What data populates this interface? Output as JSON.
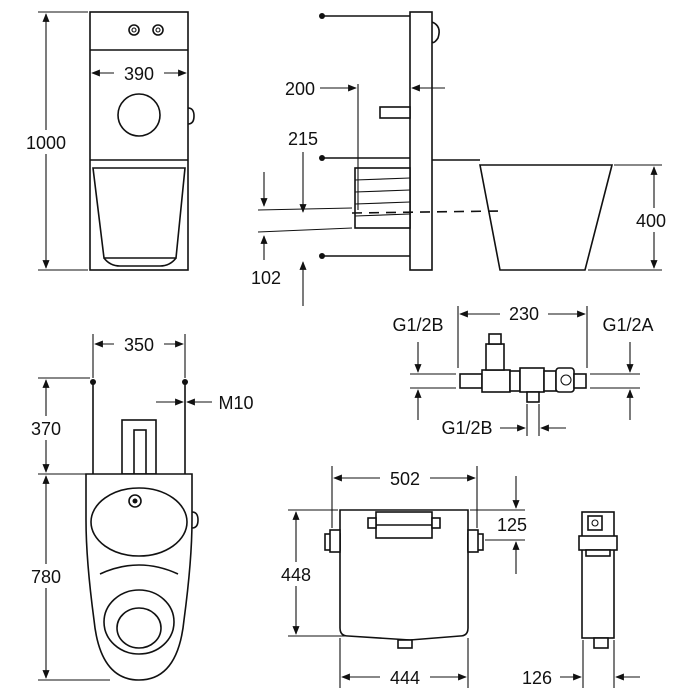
{
  "dimensions": {
    "front_width": "390",
    "front_height": "1000",
    "side_200": "200",
    "side_215": "215",
    "side_102": "102",
    "side_400": "400",
    "valve_230": "230",
    "valve_g12b_top": "G1/2B",
    "valve_g12a": "G1/2A",
    "valve_g12b_bottom": "G1/2B",
    "top_350": "350",
    "top_m10": "M10",
    "top_370": "370",
    "top_780": "780",
    "frame_502": "502",
    "frame_125": "125",
    "frame_448": "448",
    "frame_444": "444",
    "frame_side_126": "126"
  }
}
